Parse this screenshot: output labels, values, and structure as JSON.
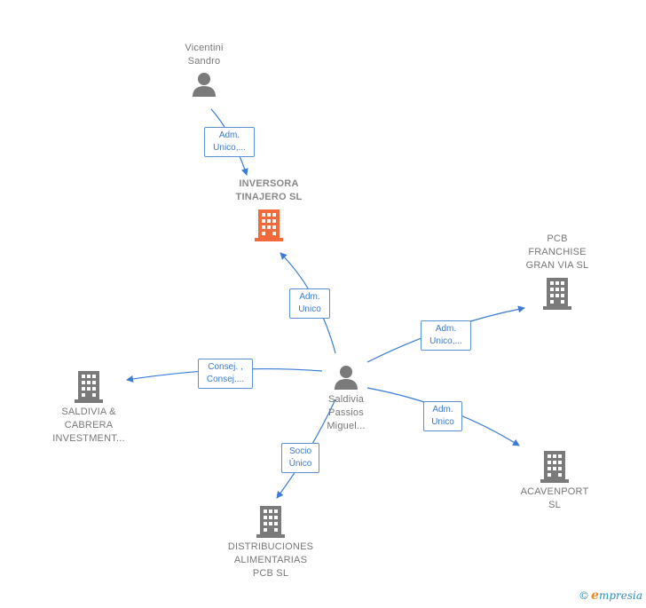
{
  "colors": {
    "edge": "#3a7bd5",
    "edge_label_text": "#3b79cc",
    "company_icon": "#7a7a7a",
    "focus_company_icon": "#f26a3c",
    "person_icon": "#7a7a7a",
    "node_text": "#777777"
  },
  "nodes": {
    "vicentini": {
      "label": "Vicentini\nSandro",
      "type": "person",
      "icon": "person-icon"
    },
    "inversora": {
      "label": "INVERSORA\nTINAJERO  SL",
      "type": "company-focus",
      "icon": "building-icon"
    },
    "pcb_franchise": {
      "label": "PCB\nFRANCHISE\nGRAN VIA  SL",
      "type": "company",
      "icon": "building-icon"
    },
    "saldivia_cabrera": {
      "label": "SALDIVIA &\nCABRERA\nINVESTMENT...",
      "type": "company",
      "icon": "building-icon"
    },
    "saldivia_passios": {
      "label": "Saldivia\nPassios\nMiguel...",
      "type": "person",
      "icon": "person-icon"
    },
    "acavenport": {
      "label": "ACAVENPORT\nSL",
      "type": "company",
      "icon": "building-icon"
    },
    "distribuciones": {
      "label": "DISTRIBUCIONES\nALIMENTARIAS\nPCB  SL",
      "type": "company",
      "icon": "building-icon"
    }
  },
  "edges": {
    "vicentini_inversora": {
      "label": "Adm.\nUnico,..."
    },
    "saldivia_inversora": {
      "label": "Adm.\nUnico"
    },
    "saldivia_pcb": {
      "label": "Adm.\nUnico,..."
    },
    "saldivia_cabrera": {
      "label": "Consej. ,\nConsej...."
    },
    "saldivia_acavenport": {
      "label": "Adm.\nUnico"
    },
    "saldivia_distribuciones": {
      "label": "Socio\nÚnico"
    }
  },
  "footer": {
    "copyright": "©",
    "brand_initial": "e",
    "brand_rest": "mpresia"
  }
}
